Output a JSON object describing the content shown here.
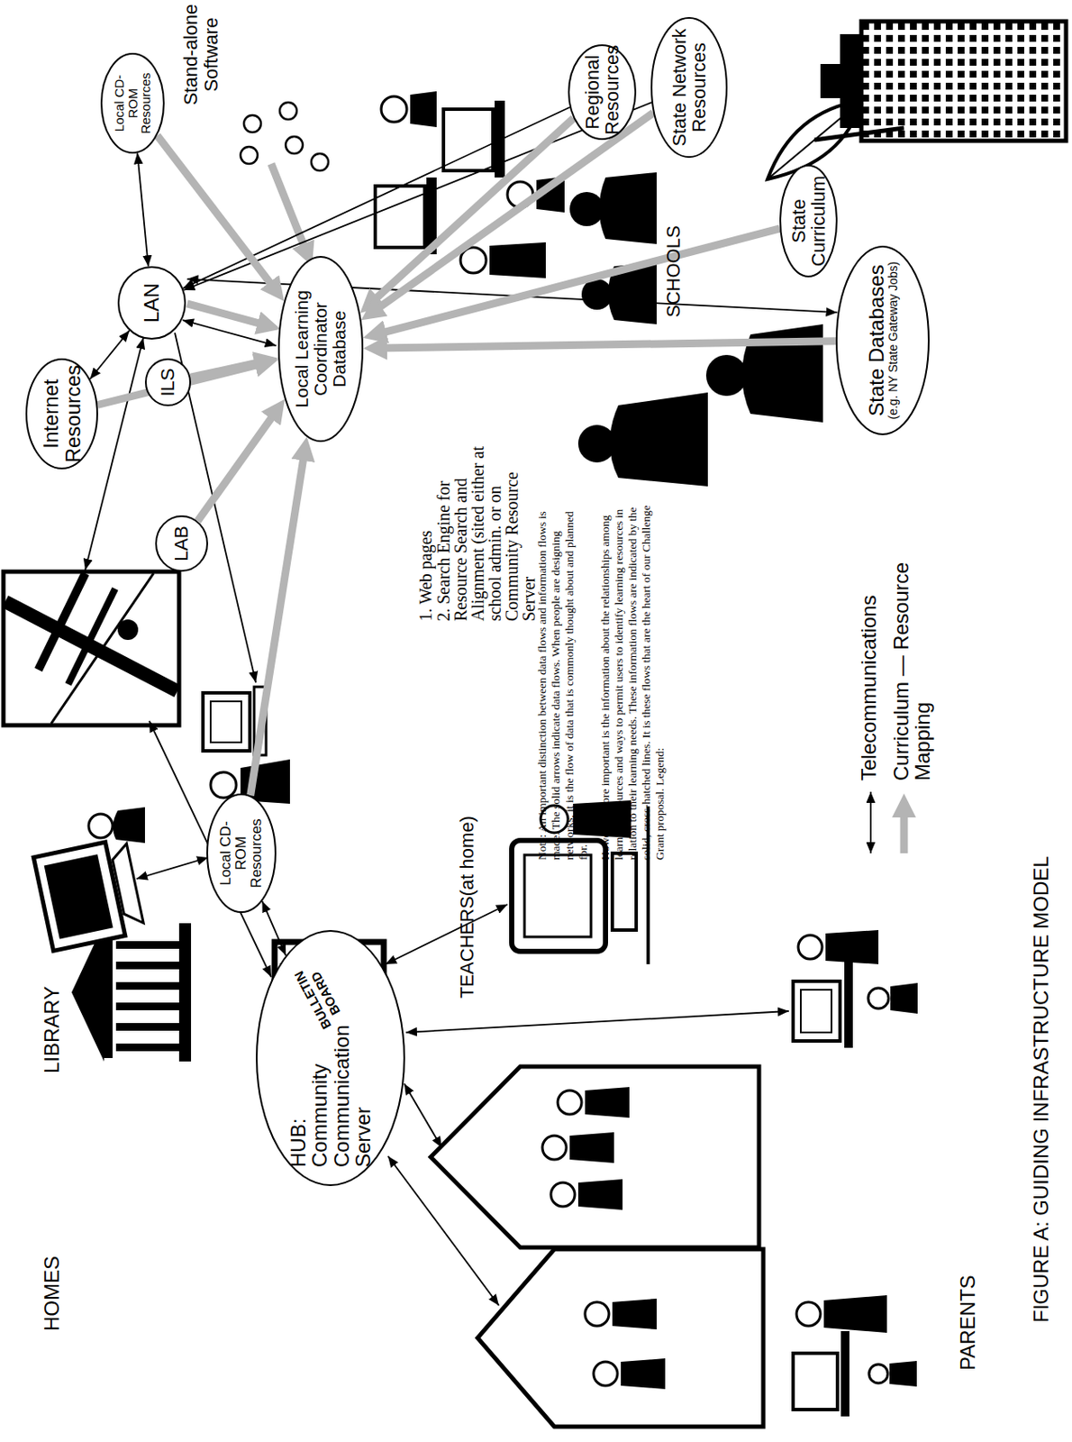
{
  "diagram": {
    "caption": "FIGURE A: GUIDING INFRASTRUCTURE MODEL",
    "nodes": [
      {
        "text": [
          "HUB: Community Communication Server"
        ]
      },
      {
        "text": [
          "Local CD-ROM Resources"
        ]
      },
      {
        "text": [
          "Internet Resources"
        ]
      },
      {
        "text": [
          "LAN"
        ]
      },
      {
        "text": [
          "Local CD-ROM Resources"
        ]
      },
      {
        "text": [
          "ILS"
        ]
      },
      {
        "text": [
          "LAB"
        ]
      },
      {
        "text": [
          "Local Learning Coordinator Database"
        ]
      },
      {
        "text": [
          "Regional Resources"
        ]
      },
      {
        "text": [
          "State Network Resources"
        ]
      },
      {
        "text": [
          "State Curriculum"
        ]
      },
      {
        "text": [
          "State Databases",
          "(e.g. NY State Gateway Jobs)"
        ]
      }
    ],
    "edges": [
      {
        "from": 3,
        "to": 4,
        "arrow": "both"
      },
      {
        "from": 3,
        "to": 2,
        "arrow": "both"
      },
      {
        "from": 3,
        "to": 7,
        "arrow": "both"
      },
      {
        "from": 3,
        "to": 11,
        "arrow": "both"
      },
      {
        "from": 8,
        "to": 3,
        "arrow": "to"
      },
      {
        "from": 9,
        "to": 3,
        "arrow": "to"
      },
      {
        "from": 1,
        "to": 0,
        "arrow": "both"
      },
      {
        "from": 4,
        "to": 7,
        "arrow": "to"
      },
      {
        "from": 3,
        "to": 7,
        "arrow": "to"
      },
      {
        "from": 5,
        "to": 7,
        "arrow": "to"
      },
      {
        "from": 2,
        "to": 7,
        "arrow": "to"
      },
      {
        "from": 6,
        "to": 7,
        "arrow": "to"
      },
      {
        "from": 1,
        "to": 7,
        "arrow": "to"
      },
      {
        "from": 8,
        "to": 7,
        "arrow": "to"
      },
      {
        "from": 9,
        "to": 7,
        "arrow": "to"
      },
      {
        "from": 10,
        "to": 7,
        "arrow": "to"
      },
      {
        "from": 11,
        "to": 7,
        "arrow": "to"
      }
    ],
    "labels": [
      "HOMES",
      "LIBRARY",
      "Stand-alone Software",
      "BULLETIN BOARD",
      "TEACHERS(at home)",
      "1. Web pages",
      "2. Search Engine for Resource Search and Alignment (sited either at school admin. or on Community Resource Server",
      "SCHOOLS",
      "Note: An important distinction between data flows and information flows is made. The solid arrows indicate data flows. When people are designing networks, it is the flow of data that is commonly thought about and planned for.",
      "However, more important is the information about the relationships among learning resources and ways to permit users to identify learning resources in relation to their learning needs. These information flows are indicated by the solid, cross-hatched lines. It is these flows that are the heart of our Challenge Grant proposal. Legend:",
      "PARENTS"
    ],
    "legend": [
      {
        "text": "Telecommunications"
      },
      {
        "text": "Curriculum — Resource Mapping"
      }
    ]
  }
}
